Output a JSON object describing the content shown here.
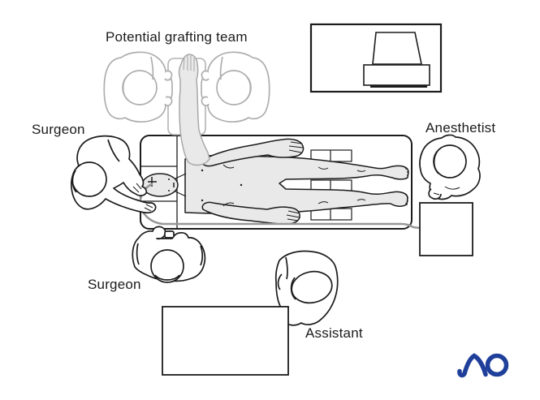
{
  "figure": {
    "type": "operating-room-setup-diagram",
    "labels": {
      "grafting_team": "Potential grafting team",
      "surgeon_head": "Surgeon",
      "surgeon_side": "Surgeon",
      "anesthetist": "Anesthetist",
      "assistant": "Assistant"
    },
    "logo": {
      "brand": "AO"
    },
    "icons": {
      "ao_logo": "ao-foundation-logo",
      "equipment_monitor": "imaging-unit-box",
      "anesthesia_machine": "square-cart",
      "back_table": "instrument-table"
    },
    "colors": {
      "background": "#ffffff",
      "line": "#1c1c1c",
      "ghost_line": "#aeaeae",
      "skin_fill": "#e9e9e9",
      "tube": "#979797",
      "logo_blue": "#1e3f9a"
    }
  }
}
